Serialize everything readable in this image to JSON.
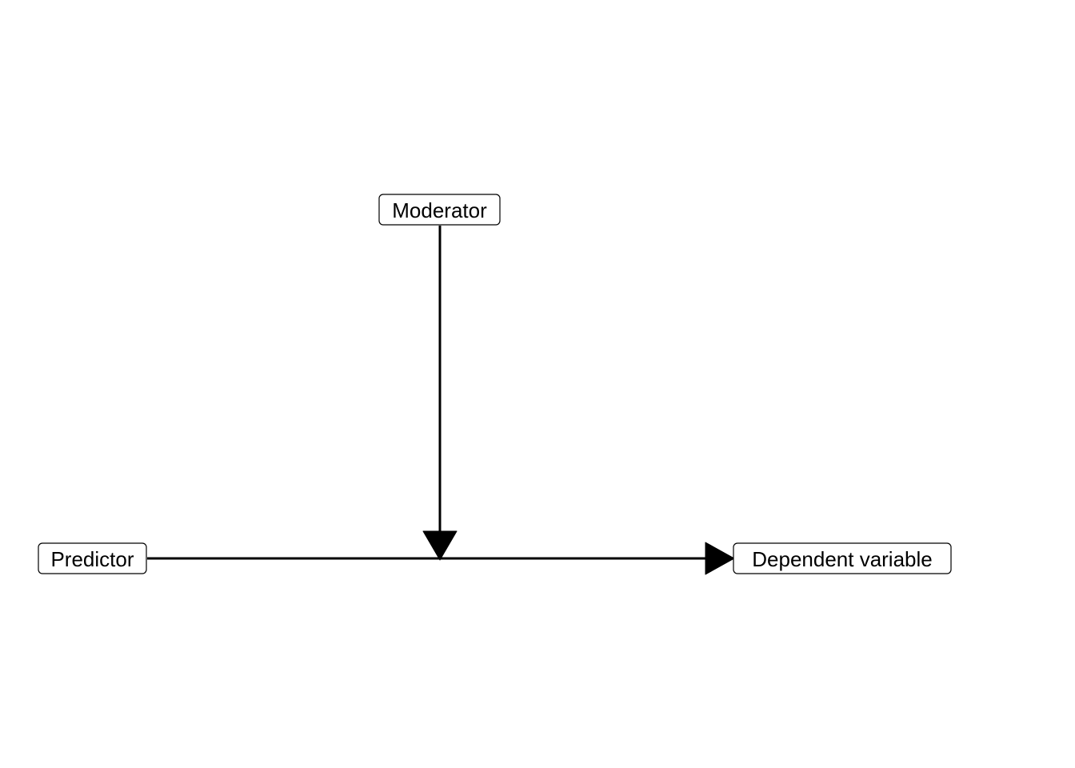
{
  "diagram": {
    "nodes": {
      "moderator": {
        "label": "Moderator"
      },
      "predictor": {
        "label": "Predictor"
      },
      "dependent": {
        "label": "Dependent variable"
      }
    },
    "edges": [
      {
        "from": "predictor",
        "to": "dependent"
      },
      {
        "from": "moderator",
        "to": "predictor-dependent-path"
      }
    ],
    "colors": {
      "stroke": "#000000",
      "box_fill": "#ffffff",
      "background": "#ffffff"
    }
  }
}
